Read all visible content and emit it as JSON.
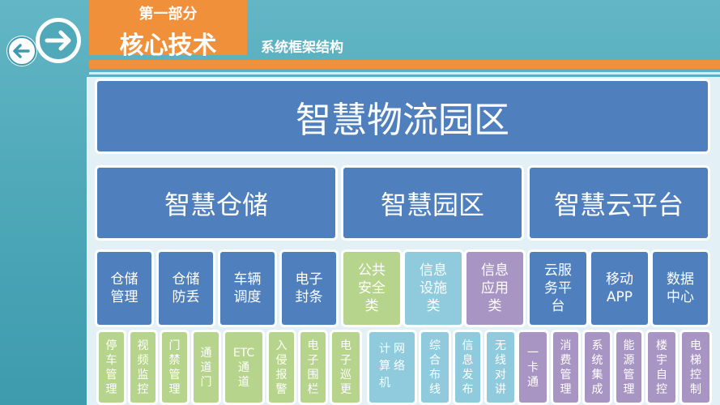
{
  "header": {
    "part_label": "第一部分",
    "title": "核心技术",
    "subtitle": "系统框架结构",
    "nav_icon": "arrow-right-icon",
    "back_icon": "arrow-left-icon"
  },
  "colors": {
    "background": "#4fa9b9",
    "accent_orange": "#f0903a",
    "node_blue": "#4f80bd",
    "node_green": "#b7d48c",
    "node_teal": "#8fcbdd",
    "node_purple": "#a995c4"
  },
  "diagram": {
    "root": "智慧物流园区",
    "level2": [
      "智慧仓储",
      "智慧园区",
      "智慧云平台"
    ],
    "level3": [
      [
        "仓储",
        "管理"
      ],
      [
        "仓储",
        "防丢"
      ],
      [
        "车辆",
        "调度"
      ],
      [
        "电子",
        "封条"
      ],
      [
        "公共",
        "安全",
        "类"
      ],
      [
        "信息",
        "设施",
        "类"
      ],
      [
        "信息",
        "应用",
        "类"
      ],
      [
        "云服",
        "务平",
        "台"
      ],
      [
        "移动",
        "APP"
      ],
      [
        "数据",
        "中心"
      ]
    ],
    "level4": [
      [
        "停",
        "车",
        "管",
        "理"
      ],
      [
        "视",
        "频",
        "监",
        "控"
      ],
      [
        "门",
        "禁",
        "管",
        "理"
      ],
      [
        "通",
        "道",
        "门"
      ],
      [
        "ETC",
        "通",
        "道"
      ],
      [
        "入",
        "侵",
        "报",
        "警"
      ],
      [
        "电",
        "子",
        "围",
        "栏"
      ],
      [
        "电",
        "子",
        "巡",
        "更"
      ],
      [
        "计",
        "网",
        "算",
        "络",
        "机"
      ],
      [
        "综",
        "合",
        "布",
        "线"
      ],
      [
        "信",
        "息",
        "发",
        "布"
      ],
      [
        "无",
        "线",
        "对",
        "讲"
      ],
      [
        "一",
        "卡",
        "通"
      ],
      [
        "消",
        "费",
        "管",
        "理"
      ],
      [
        "系",
        "统",
        "集",
        "成"
      ],
      [
        "能",
        "源",
        "管",
        "理"
      ],
      [
        "楼",
        "宇",
        "自",
        "控"
      ],
      [
        "电",
        "梯",
        "控",
        "制"
      ]
    ]
  }
}
